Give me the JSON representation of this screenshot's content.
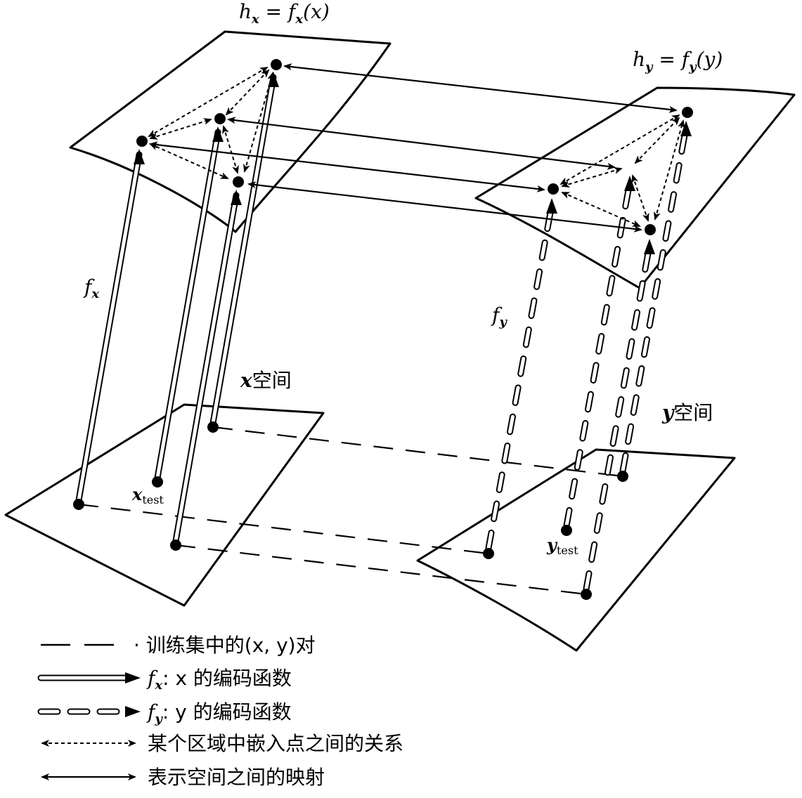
{
  "labels": {
    "hx_main": "h",
    "hx_sub": "x",
    "hx_eq": " = f",
    "hx_sub2": "x",
    "hx_arg": "(x)",
    "hy_main": "h",
    "hy_sub": "y",
    "hy_eq": " = f",
    "hy_sub2": "y",
    "hy_arg": "(y)",
    "fx_main": "f",
    "fx_sub": "x",
    "fy_main": "f",
    "fy_sub": "y",
    "x_space_var": "x",
    "x_space_text": "空间",
    "y_space_var": "y",
    "y_space_text": "空间",
    "xtest_main": "x",
    "xtest_sub": "test",
    "ytest_main": "y",
    "ytest_sub": "test"
  },
  "legend": {
    "pairs": "· 训练集中的(x, y)对",
    "fx_main": "f",
    "fx_sub": "x",
    "fx_text": ": x 的编码函数",
    "fy_main": "f",
    "fy_sub": "y",
    "fy_text": ": y 的编码函数",
    "relation": "某个区域中嵌入点之间的关系",
    "mapping": "表示空间之间的映射"
  }
}
